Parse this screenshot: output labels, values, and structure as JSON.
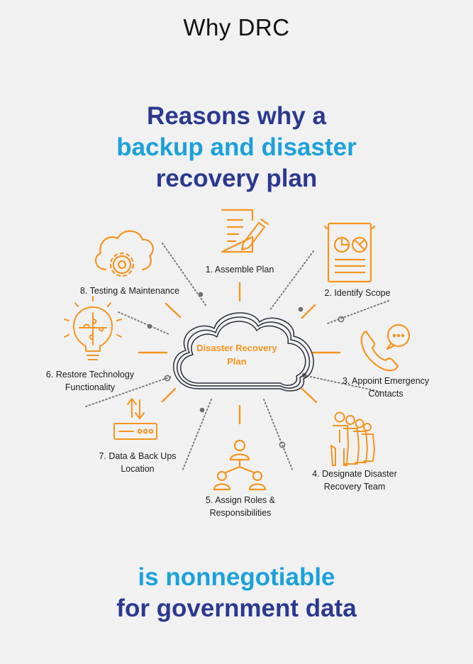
{
  "page": {
    "title": "Why DRC",
    "headline_top": [
      "Reasons why a",
      "backup and disaster",
      "recovery plan"
    ],
    "headline_bottom": [
      "is nonnegotiable",
      "for government data"
    ]
  },
  "diagram": {
    "center": [
      "Disaster Recovery",
      "Plan"
    ],
    "items": [
      {
        "id": "assemble-plan",
        "label": [
          "1. Assemble Plan"
        ],
        "icon": "document-pen-icon"
      },
      {
        "id": "identify-scope",
        "label": [
          "2. Identify Scope"
        ],
        "icon": "report-chart-icon"
      },
      {
        "id": "appoint-contacts",
        "label": [
          "3. Appoint Emergency",
          "Contacts"
        ],
        "icon": "phone-chat-icon"
      },
      {
        "id": "designate-team",
        "label": [
          "4. Designate Disaster",
          "Recovery Team"
        ],
        "icon": "team-group-icon"
      },
      {
        "id": "assign-roles",
        "label": [
          "5. Assign Roles &",
          "Responsibilities"
        ],
        "icon": "org-hierarchy-icon"
      },
      {
        "id": "backup-location",
        "label": [
          "7. Data & Back Ups",
          "Location"
        ],
        "icon": "server-transfer-icon"
      },
      {
        "id": "restore-functionality",
        "label": [
          "6. Restore Technology",
          "Functionality"
        ],
        "icon": "puzzle-bulb-icon"
      },
      {
        "id": "testing-maintenance",
        "label": [
          "8. Testing & Maintenance"
        ],
        "icon": "cloud-gear-icon"
      }
    ],
    "colors": {
      "accent": "#f7941d",
      "dark_blue": "#2b3990",
      "light_blue": "#1ba1dc",
      "cloud_outline": "#2b2f3a"
    }
  }
}
